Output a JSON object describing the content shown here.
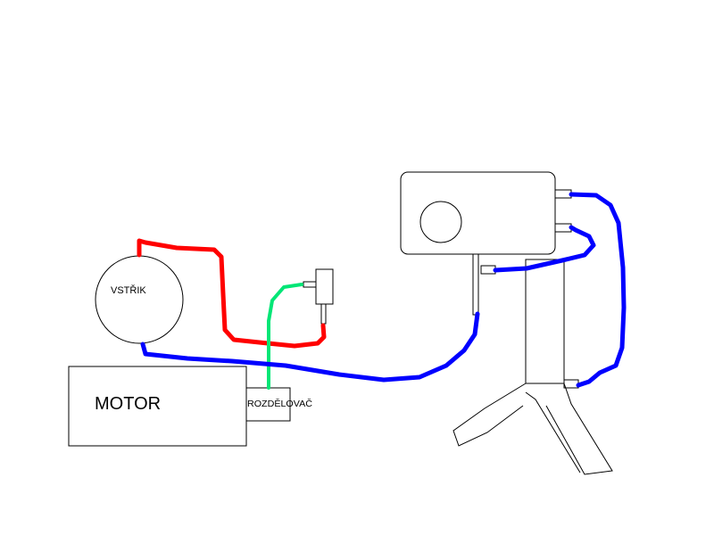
{
  "labels": {
    "injector": "VSTŘIK",
    "motor": "MOTOR",
    "distributor": "ROZDĚLOVAČ"
  },
  "colors": {
    "background": "#ffffff",
    "outline": "#000000",
    "red_wire": "#ff0000",
    "blue_wire": "#0000ff",
    "green_wire": "#00e676"
  }
}
